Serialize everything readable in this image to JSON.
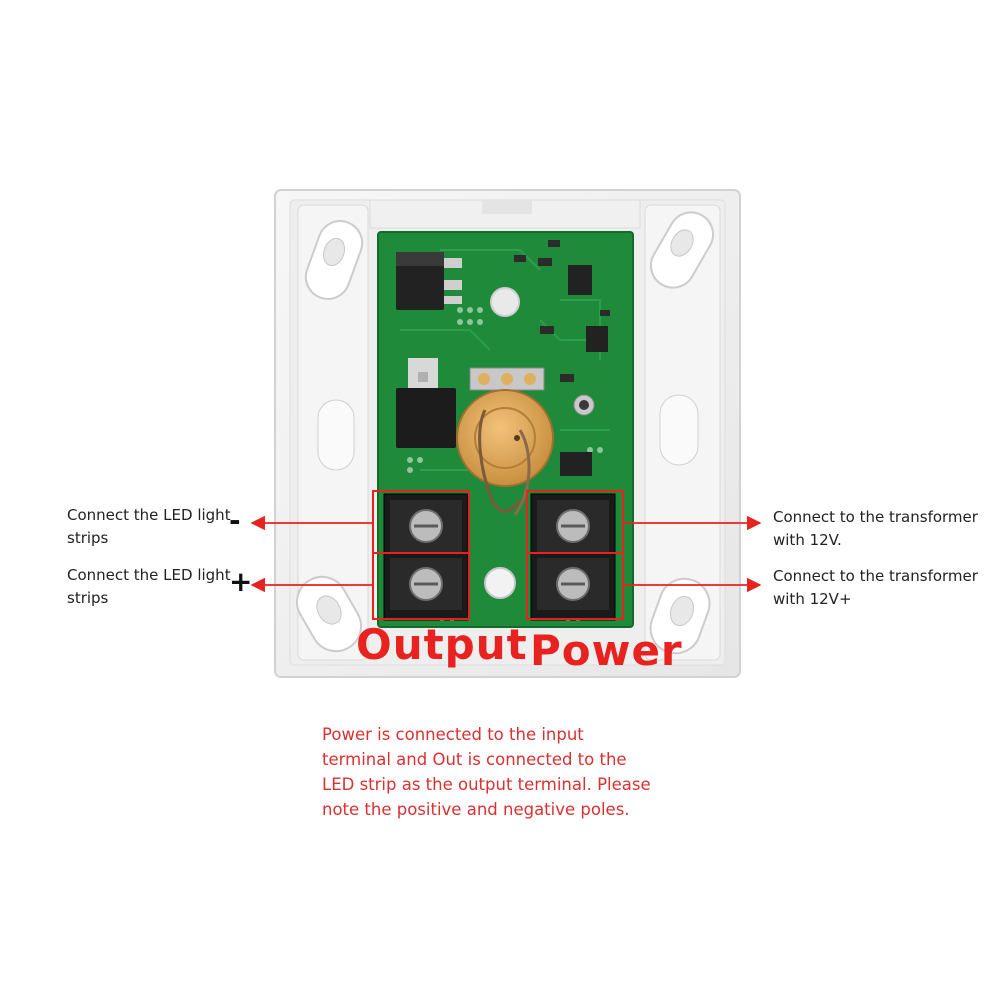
{
  "colors": {
    "annotation_red": "#e8221f",
    "note_red": "#d93030",
    "pcb_green": "#1f8a3a",
    "housing": "#f4f4f4",
    "terminal_black": "#1a1a1a"
  },
  "labels": {
    "led_minus": {
      "line1": "Connect the LED light",
      "line2": "strips",
      "sign": "-"
    },
    "led_plus": {
      "line1": "Connect the LED light",
      "line2": "strips",
      "sign": "+"
    },
    "transformer_minus": {
      "line1": "Connect to the transformer",
      "line2": "with 12V."
    },
    "transformer_plus": {
      "line1": "Connect to the transformer",
      "line2": "with 12V+"
    }
  },
  "annotations": {
    "output": "Output",
    "power": "Power"
  },
  "note": {
    "line1": "Power is connected to the input",
    "line2": "terminal and Out is connected to the",
    "line3": "LED strip as the output terminal. Please",
    "line4": "note the positive and negative poles."
  },
  "icons": {
    "screw": "screw-terminal-icon",
    "arrow": "arrow-icon",
    "potentiometer": "potentiometer-icon"
  }
}
